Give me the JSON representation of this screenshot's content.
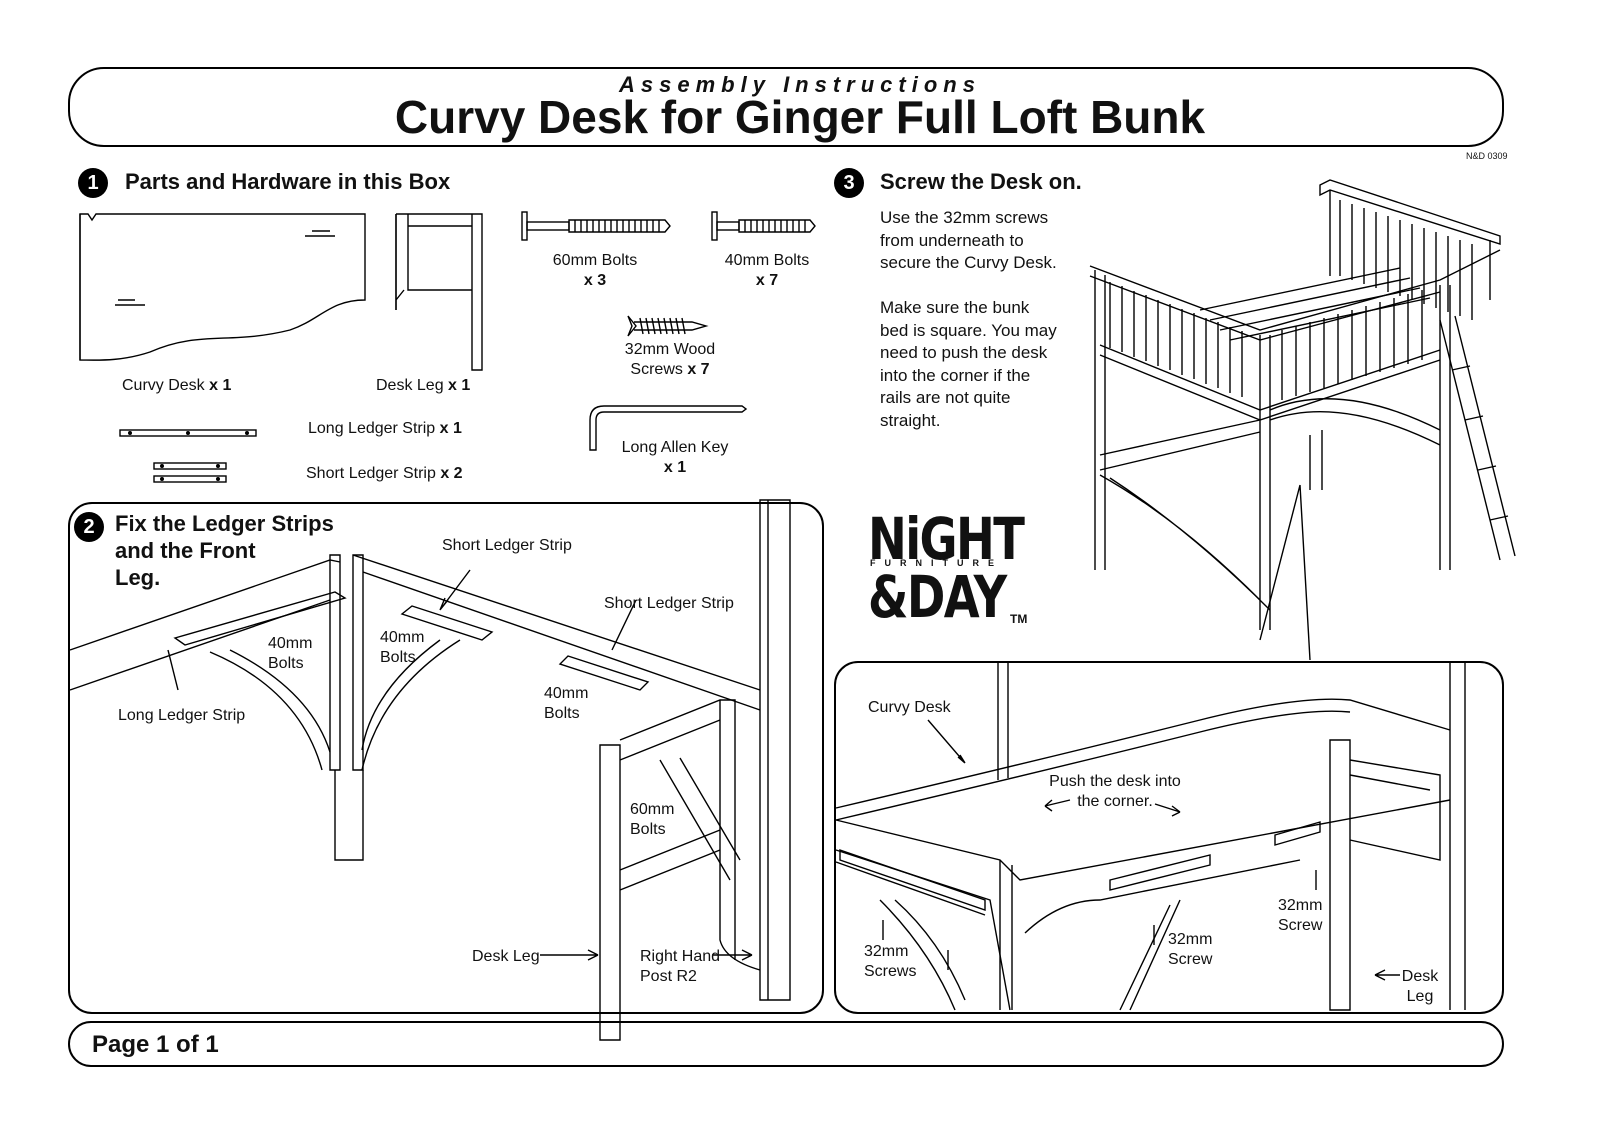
{
  "header": {
    "subtitle": "Assembly Instructions",
    "title": "Curvy Desk for Ginger Full Loft Bunk",
    "code": "N&D 0309"
  },
  "step1": {
    "number": "1",
    "heading": "Parts and Hardware in this Box",
    "parts": {
      "curvy_desk": "Curvy Desk",
      "curvy_desk_qty": "x 1",
      "desk_leg": "Desk Leg",
      "desk_leg_qty": "x 1",
      "long_ledger": "Long Ledger Strip",
      "long_ledger_qty": "x 1",
      "short_ledger": "Short Ledger Strip",
      "short_ledger_qty": "x 2",
      "bolts60": "60mm Bolts",
      "bolts60_qty": "x 3",
      "bolts40": "40mm Bolts",
      "bolts40_qty": "x 7",
      "screws_line1": "32mm Wood",
      "screws_line2": "Screws",
      "screws_qty": "x 7",
      "allen": "Long Allen Key",
      "allen_qty": "x 1"
    }
  },
  "step2": {
    "number": "2",
    "heading_line1": "Fix the Ledger Strips",
    "heading_line2": "and the Front",
    "heading_line3": "Leg.",
    "labels": {
      "short_ledger_1": "Short Ledger Strip",
      "short_ledger_2": "Short Ledger Strip",
      "long_ledger": "Long Ledger Strip",
      "bolts_a_1": "40mm",
      "bolts_a_2": "Bolts",
      "bolts_b_1": "40mm",
      "bolts_b_2": "Bolts",
      "bolts_c_1": "40mm",
      "bolts_c_2": "Bolts",
      "bolts_d_1": "60mm",
      "bolts_d_2": "Bolts",
      "desk_leg": "Desk Leg",
      "right_post_1": "Right Hand",
      "right_post_2": "Post R2"
    }
  },
  "step3": {
    "number": "3",
    "heading": "Screw the Desk on.",
    "para1": [
      "Use the 32mm screws",
      "from underneath to",
      "secure the Curvy Desk."
    ],
    "para2": [
      "Make sure the bunk",
      "bed is square. You may",
      "need to push the desk",
      "into the corner if the",
      "rails are not quite",
      "straight."
    ],
    "labels": {
      "curvy_desk": "Curvy Desk",
      "push_1": "Push the desk into",
      "push_2": "the corner.",
      "screws_a_1": "32mm",
      "screws_a_2": "Screws",
      "screw_b_1": "32mm",
      "screw_b_2": "Screw",
      "screw_c_1": "32mm",
      "screw_c_2": "Screw",
      "desk_leg_1": "Desk",
      "desk_leg_2": "Leg"
    }
  },
  "logo": {
    "line1": "NiGHT",
    "line2": "&DAY",
    "furniture": "FURNITURE",
    "tm": "TM"
  },
  "footer": {
    "page": "Page 1 of 1"
  }
}
